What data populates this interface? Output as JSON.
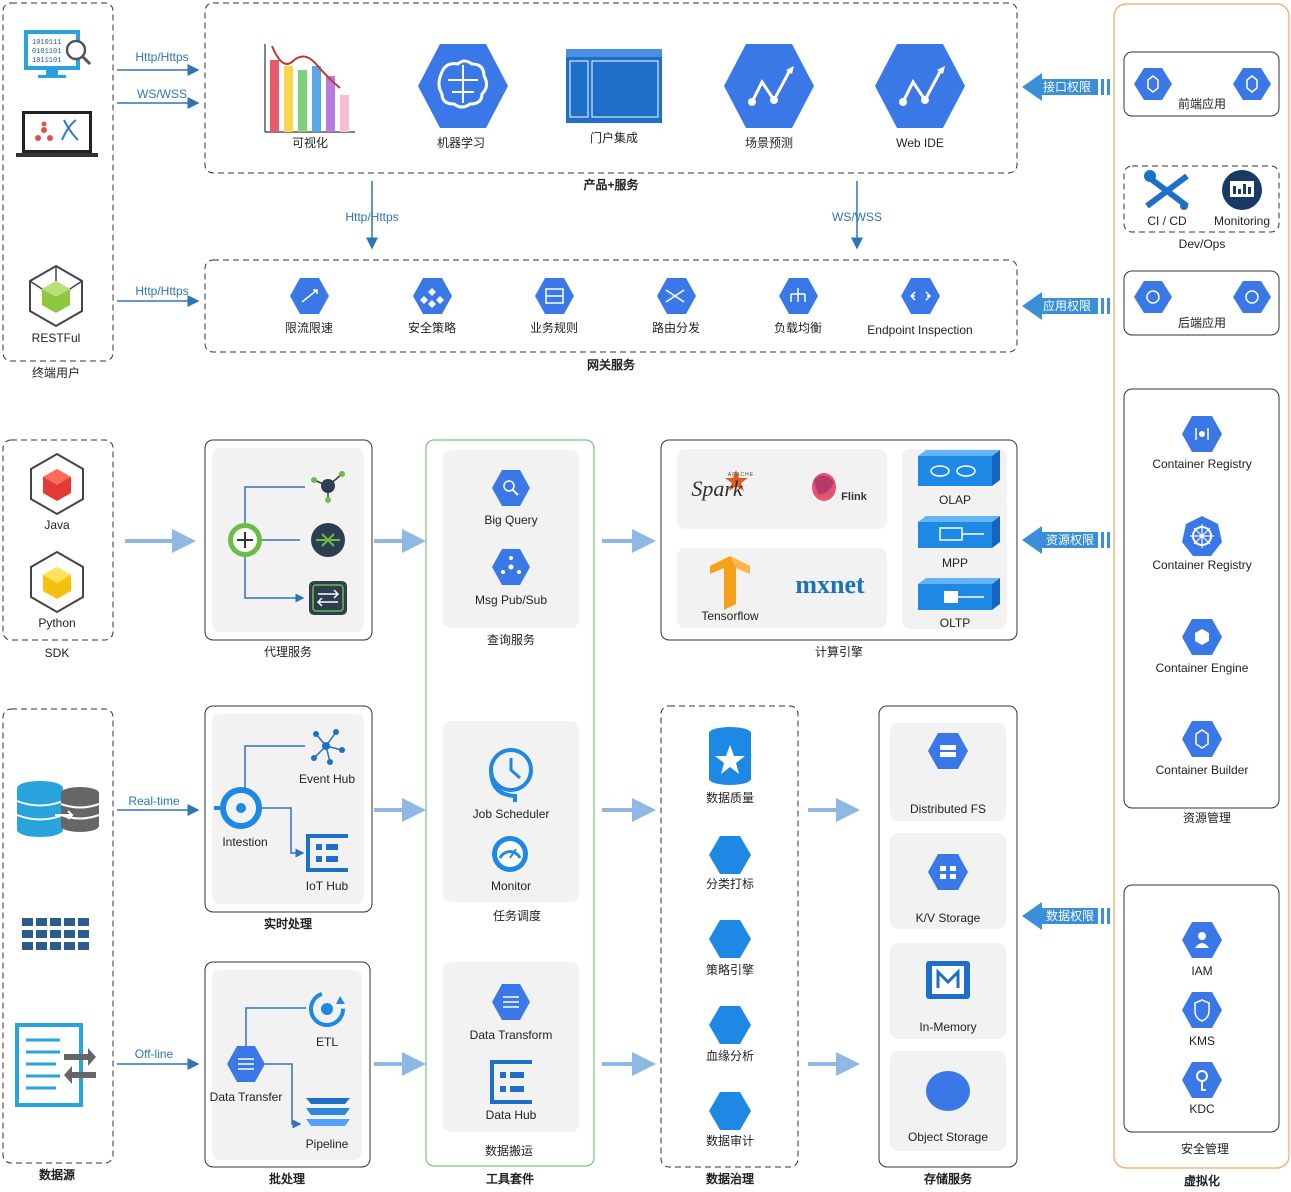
{
  "colors": {
    "accent": "#3b78e7",
    "arrow": "#2e75b6",
    "orange": "#f4a460",
    "green": "#5cb85c",
    "light_arrow": "#8fb8e4"
  },
  "top": {
    "product_title": "产品+服务",
    "products": [
      "可视化",
      "机器学习",
      "门户集成",
      "场景预测",
      "Web IDE"
    ],
    "gateway_title": "网关服务",
    "gateway": [
      "限流限速",
      "安全策略",
      "业务规则",
      "路由分发",
      "负载均衡",
      "Endpoint Inspection"
    ],
    "down_protocols": [
      "Http/Https",
      "WS/WSS"
    ]
  },
  "endusers": {
    "title": "终端用户",
    "restful": "RESTFul",
    "protocols": [
      "Http/Https",
      "WS/WSS",
      "Http/Https"
    ]
  },
  "sdk": {
    "title": "SDK",
    "items": [
      "Java",
      "Python"
    ]
  },
  "proxy": {
    "title": "代理服务"
  },
  "tools": {
    "title": "工具套件",
    "query": {
      "title": "查询服务",
      "items": [
        "Big Query",
        "Msg Pub/Sub"
      ]
    },
    "schedule": {
      "title": "任务调度",
      "items": [
        "Job Scheduler",
        "Monitor"
      ]
    },
    "transfer": {
      "title": "数据搬运",
      "items": [
        "Data Transform",
        "Data Hub"
      ]
    }
  },
  "compute": {
    "title": "计算引擎",
    "spark": "Spark",
    "apache": "APACHE",
    "flink": "Flink",
    "tensorflow": "Tensorflow",
    "mxnet": "mxnet",
    "db": [
      "OLAP",
      "MPP",
      "OLTP"
    ]
  },
  "realtime": {
    "title": "实时处理",
    "items": [
      "Event Hub",
      "Intestion",
      "IoT Hub"
    ],
    "in_label": "Real-time"
  },
  "batch": {
    "title": "批处理",
    "items": [
      "ETL",
      "Data Transfer",
      "Pipeline"
    ],
    "in_label": "Off-line"
  },
  "datasource": {
    "title": "数据源"
  },
  "governance": {
    "title": "数据治理",
    "items": [
      "数据质量",
      "分类打标",
      "策略引擎",
      "血缘分析",
      "数据审计"
    ]
  },
  "storage": {
    "title": "存储服务",
    "items": [
      "Distributed FS",
      "K/V Storage",
      "In-Memory",
      "Object Storage"
    ]
  },
  "virtual": {
    "title": "虚拟化",
    "frontend": "前端应用",
    "devops": "Dev/Ops",
    "cicd": "CI / CD",
    "monitoring": "Monitoring",
    "backend": "后端应用",
    "resource": {
      "title": "资源管理",
      "items": [
        "Container Registry",
        "Container Registry",
        "Container Engine",
        "Container Builder"
      ]
    },
    "security": {
      "title": "安全管理",
      "items": [
        "IAM",
        "KMS",
        "KDC"
      ]
    }
  },
  "permissions": [
    "接口权限",
    "应用权限",
    "资源权限",
    "数据权限"
  ]
}
